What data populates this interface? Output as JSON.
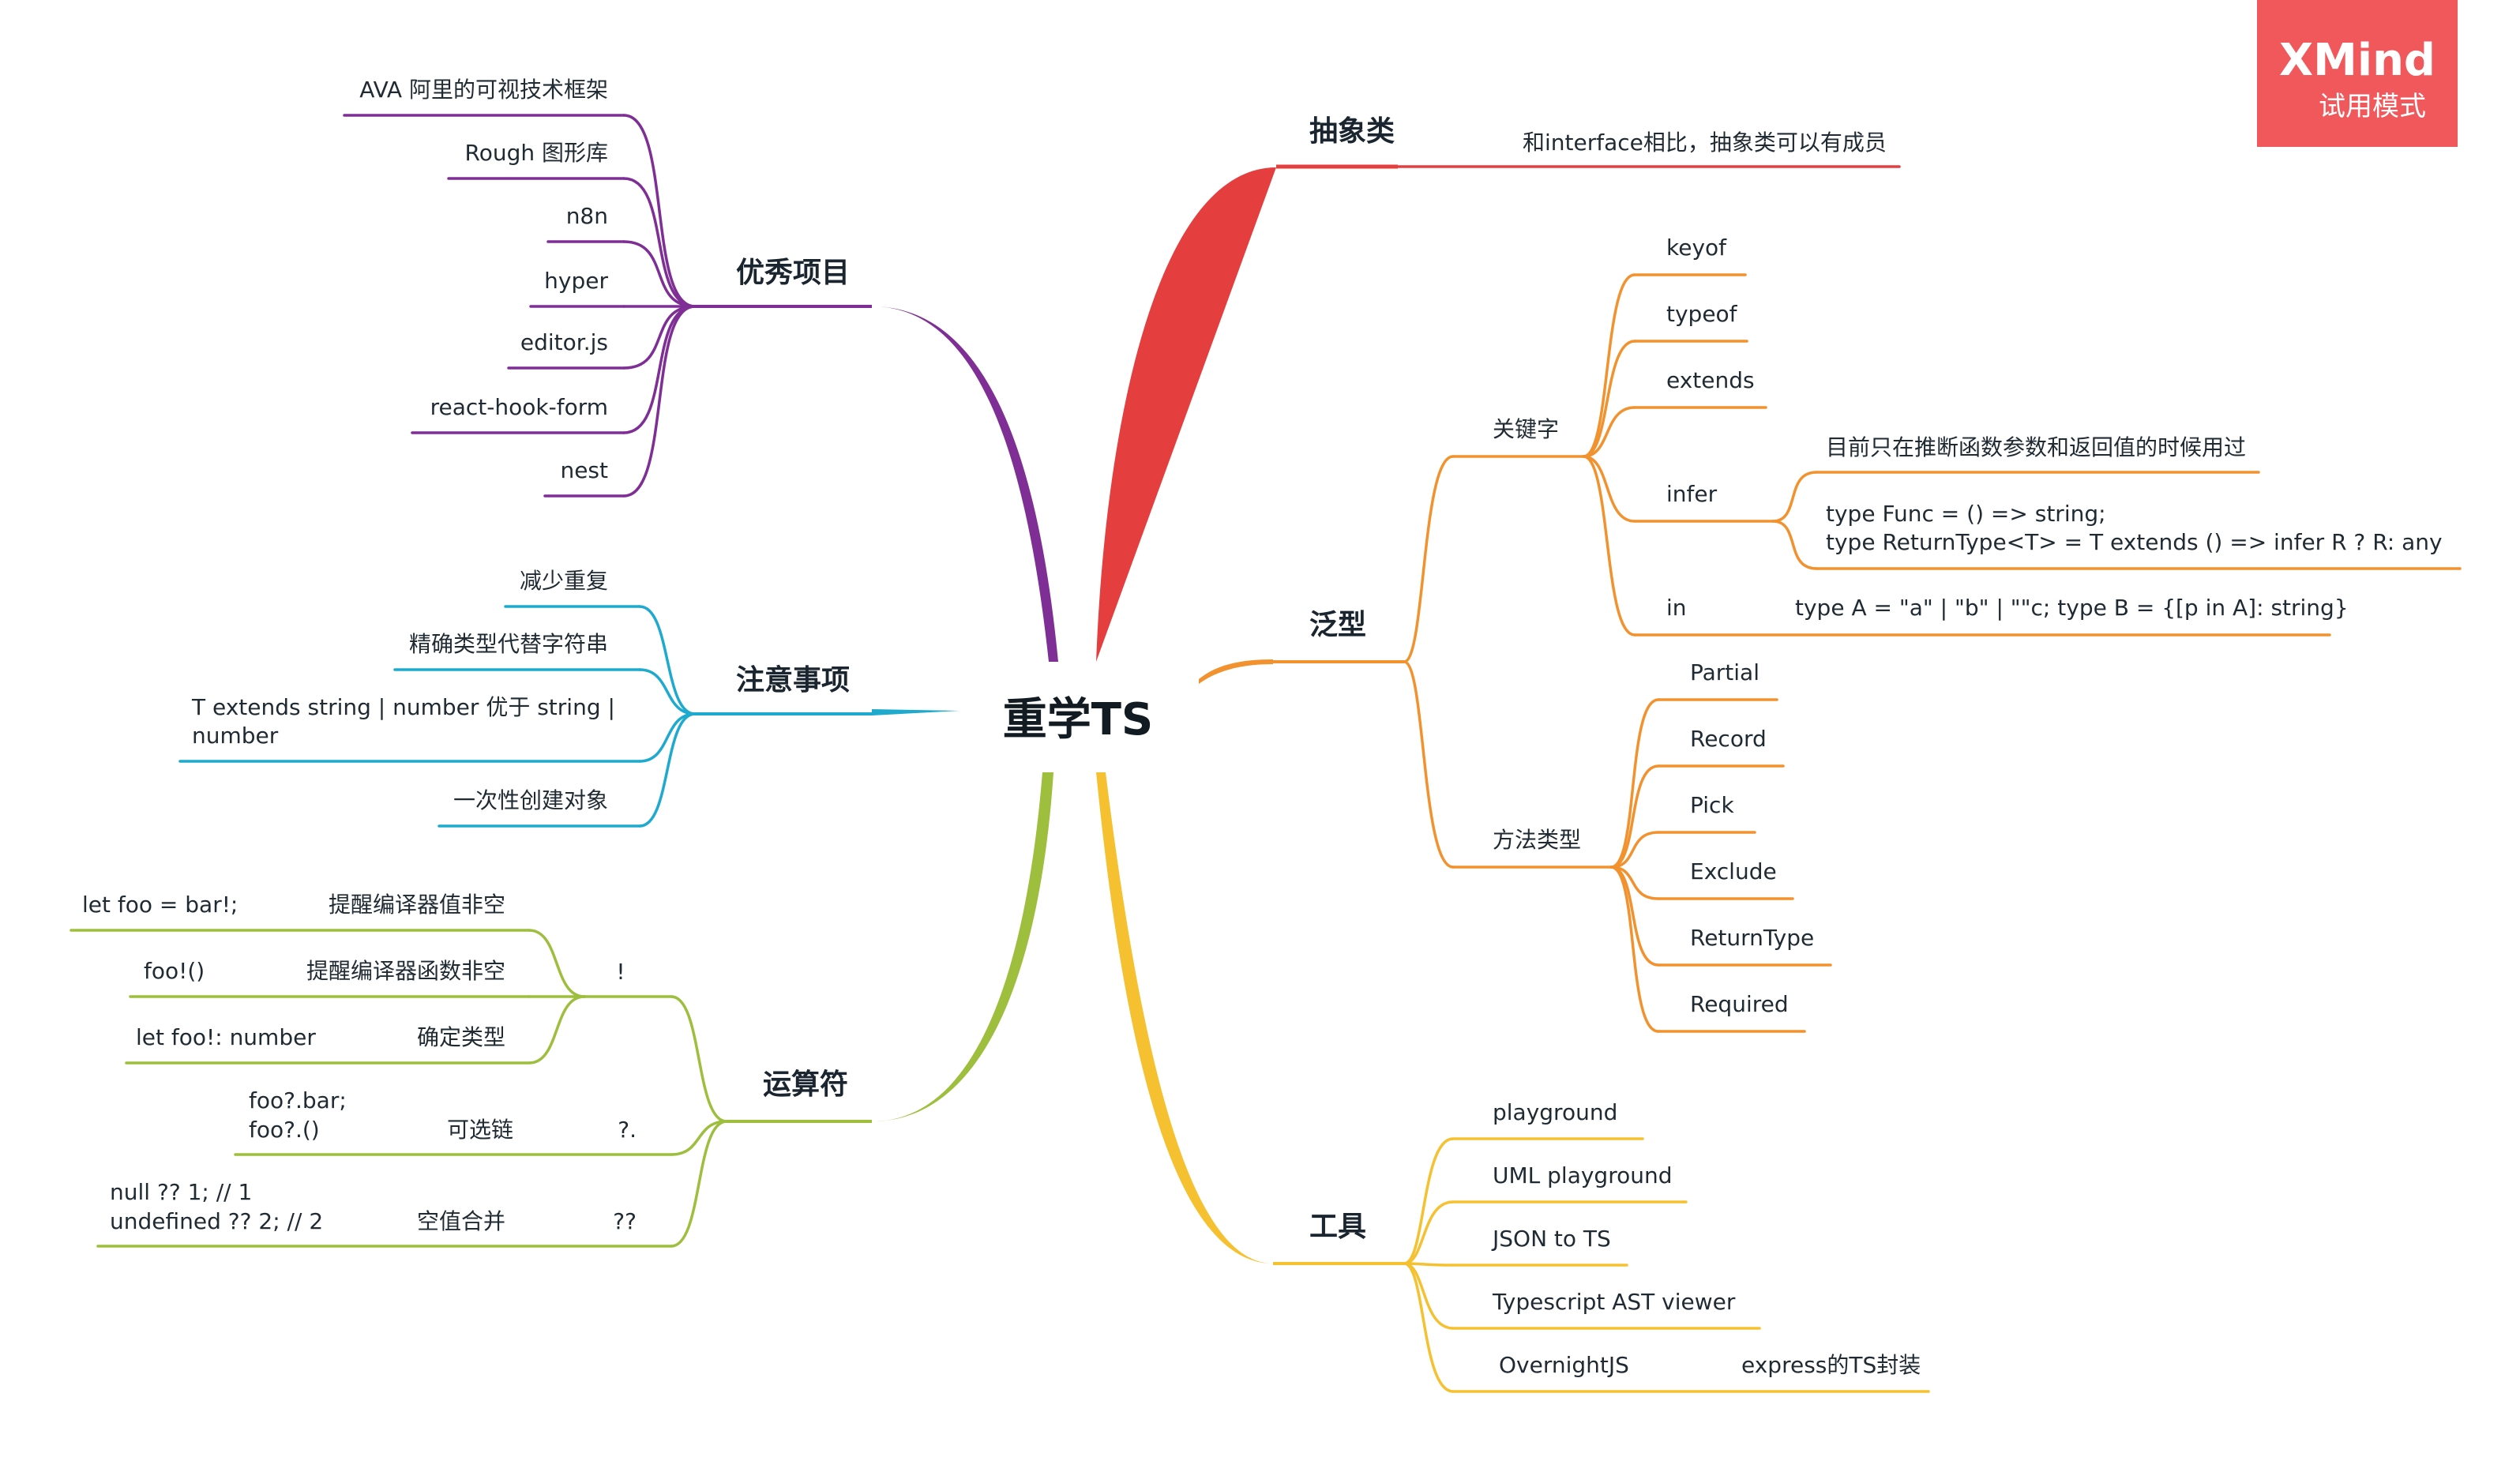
{
  "watermark": {
    "title": "XMind",
    "subtitle": "试用模式",
    "color": "#f0585c"
  },
  "root": {
    "label": "重学TS"
  },
  "colors": {
    "abstract": "#e53e3e",
    "generic": "#f2922f",
    "tools": "#f6c130",
    "operators": "#9ebe3e",
    "notes": "#1eaace",
    "projects": "#7e2e95"
  },
  "branches": {
    "abstract": {
      "label": "抽象类",
      "items": [
        "和interface相比，抽象类可以有成员"
      ]
    },
    "generic": {
      "label": "泛型",
      "keywords": {
        "label": "关键字",
        "items": [
          "keyof",
          "typeof",
          "extends",
          "infer",
          "in"
        ],
        "infer_notes": [
          "目前只在推断函数参数和返回值的时候用过",
          "type Func = () => string;",
          "type ReturnType<T> = T extends () => infer R ? R: any"
        ],
        "in_note": "type A = \"a\" | \"b\" | \"\"c;  type B = {[p in A]:  string}"
      },
      "method_types": {
        "label": "方法类型",
        "items": [
          "Partial",
          "Record",
          "Pick",
          "Exclude",
          "ReturnType",
          "Required"
        ]
      }
    },
    "tools": {
      "label": "工具",
      "items": [
        "playground",
        "UML playground",
        "JSON to TS",
        "Typescript AST viewer",
        "OvernightJS"
      ],
      "overnight_note": "express的TS封装"
    },
    "operators": {
      "label": "运算符",
      "not_null": {
        "symbol": "!",
        "rows": [
          {
            "desc": "提醒编译器值非空",
            "example": "let foo = bar!;"
          },
          {
            "desc": "提醒编译器函数非空",
            "example": "foo!()"
          },
          {
            "desc": "确定类型",
            "example": "let foo!: number"
          }
        ]
      },
      "optional_chain": {
        "symbol": "?.",
        "desc": "可选链",
        "example": [
          "foo?.bar;",
          "foo?.()"
        ]
      },
      "nullish": {
        "symbol": "??",
        "desc": "空值合并",
        "example": [
          "null ?? 1; // 1",
          "undefined ?? 2; // 2"
        ]
      }
    },
    "notes": {
      "label": "注意事项",
      "items": [
        "减少重复",
        "精确类型代替字符串",
        "T extends string | number 优于 string |",
        "number",
        "一次性创建对象"
      ]
    },
    "projects": {
      "label": "优秀项目",
      "items": [
        "AVA 阿里的可视技术框架",
        "Rough 图形库",
        "n8n",
        "hyper",
        "editor.js",
        "react-hook-form",
        "nest"
      ]
    }
  }
}
